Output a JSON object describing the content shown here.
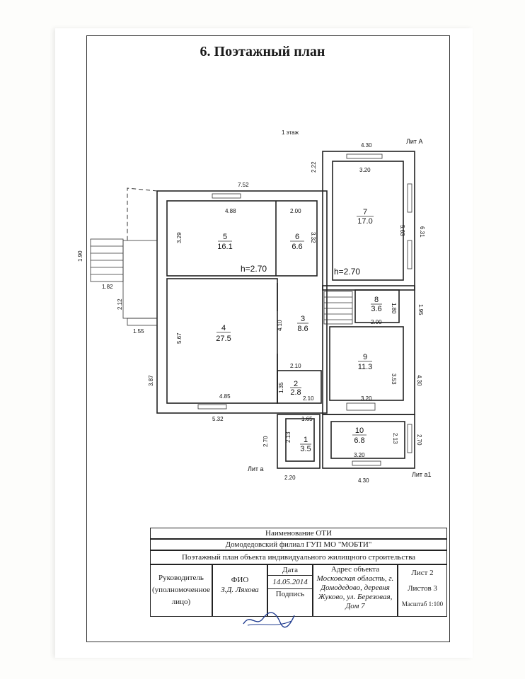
{
  "document": {
    "title": "6. Поэтажный план"
  },
  "plan": {
    "floor_label": "1 этаж",
    "lit_labels": {
      "a_main": "Лит А",
      "a_small": "Лит а",
      "a1": "Лит а1"
    },
    "heights": [
      "h=2.70",
      "h=2.70"
    ],
    "rooms": [
      {
        "num": "1",
        "area": "3.5"
      },
      {
        "num": "2",
        "area": "2.8"
      },
      {
        "num": "3",
        "area": "8.6"
      },
      {
        "num": "4",
        "area": "27.5"
      },
      {
        "num": "5",
        "area": "16.1"
      },
      {
        "num": "6",
        "area": "6.6"
      },
      {
        "num": "7",
        "area": "17.0"
      },
      {
        "num": "8",
        "area": "3.6"
      },
      {
        "num": "9",
        "area": "11.3"
      },
      {
        "num": "10",
        "area": "6.8"
      }
    ],
    "dims": [
      "4.30",
      "3.20",
      "2.22",
      "7.52",
      "4.88",
      "2.00",
      "5.63",
      "6.31",
      "3.29",
      "3.32",
      "1.90",
      "1.82",
      "2.12",
      "1.80",
      "1.95",
      "1.55",
      "5.67",
      "4.10",
      "2.00",
      "3.53",
      "4.30",
      "2.10",
      "3.87",
      "1.35",
      "2.10",
      "4.85",
      "3.20",
      "5.32",
      "1.65",
      "2.70",
      "2.13",
      "2.13",
      "2.70",
      "3.20",
      "2.20",
      "4.30"
    ]
  },
  "stamp": {
    "row1": "Наименование ОТИ",
    "row2": "Домодедовский филиал ГУП МО \"МОБТИ\"",
    "row3": "Поэтажный план объекта индивидуального жилищного строительства",
    "rukovoditel": [
      "Руководитель",
      "(уполномоченное",
      "лицо)"
    ],
    "fio_label": "ФИО",
    "fio_value": "З.Д. Ляхова",
    "date_label": "Дата",
    "date_value": "14.05.2014",
    "podpis_label": "Подпись",
    "address_label": "Адрес объекта",
    "address_value": [
      "Московская область, г.",
      "Домодедово, деревня",
      "Жуково, ул. Березовая,",
      "Дом 7"
    ],
    "list": "Лист 2",
    "listov": "Листов 3",
    "scale": "Масштаб 1:100"
  }
}
